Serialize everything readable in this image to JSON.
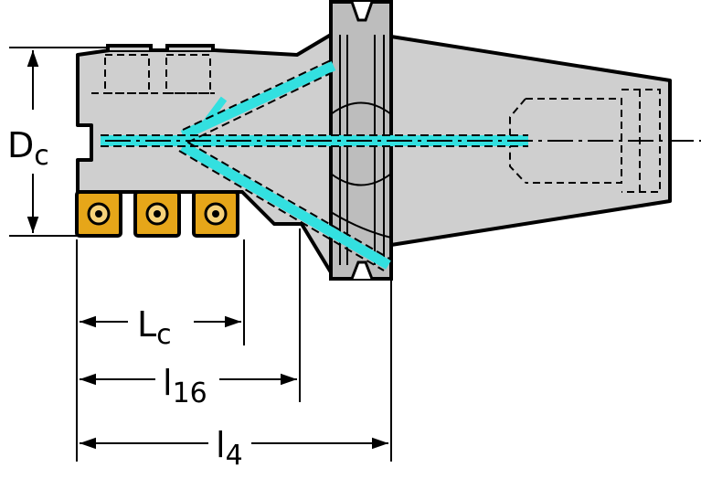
{
  "labels": {
    "dc": {
      "main": "D",
      "sub": "c"
    },
    "lc": {
      "main": "L",
      "sub": "c"
    },
    "l16": {
      "main": "l",
      "sub": "16"
    },
    "l4": {
      "main": "l",
      "sub": "4"
    }
  },
  "colors": {
    "body": "#cfcfcf",
    "body_dark": "#bdbdbd",
    "outline": "#000000",
    "coolant": "#33e0e0",
    "insert": "#e6a619",
    "insert_light": "#f6d27a",
    "background": "#ffffff"
  }
}
